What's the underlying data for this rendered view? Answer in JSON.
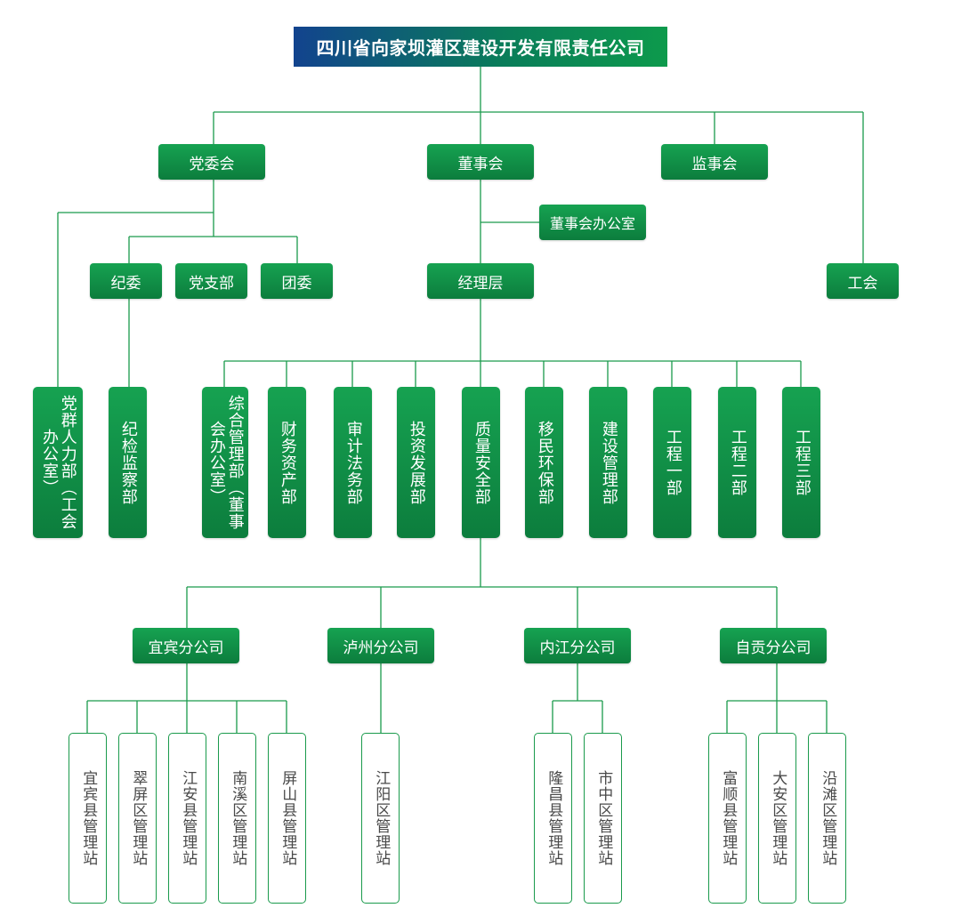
{
  "company": "四川省向家坝灌区建设开发有限责任公司",
  "level1": {
    "party_committee": "党委会",
    "board": "董事会",
    "supervisors": "监事会",
    "union": "工会"
  },
  "board_office": "董事会办公室",
  "management": "经理层",
  "party_units": {
    "discipline": "纪委",
    "branch": "党支部",
    "youth": "团委"
  },
  "left_departments": {
    "hr": "党群人力部（工会办公室）",
    "discipline_inspection": "纪检监察部"
  },
  "departments": [
    "综合管理部（董事会办公室）",
    "财务资产部",
    "审计法务部",
    "投资发展部",
    "质量安全部",
    "移民环保部",
    "建设管理部",
    "工程一部",
    "工程二部",
    "工程三部"
  ],
  "branches": [
    {
      "name": "宜宾分公司",
      "stations": [
        "宜宾县管理站",
        "翠屏区管理站",
        "江安县管理站",
        "南溪区管理站",
        "屏山县管理站"
      ]
    },
    {
      "name": "泸州分公司",
      "stations": [
        "江阳区管理站"
      ]
    },
    {
      "name": "内江分公司",
      "stations": [
        "隆昌县管理站",
        "市中区管理站"
      ]
    },
    {
      "name": "自贡分公司",
      "stations": [
        "富顺县管理站",
        "大安区管理站",
        "沿滩区管理站"
      ]
    }
  ],
  "colors": {
    "line": "#1a9a4c",
    "box": "#119447",
    "title_left": "#12438e",
    "title_right": "#0d9a4c"
  }
}
